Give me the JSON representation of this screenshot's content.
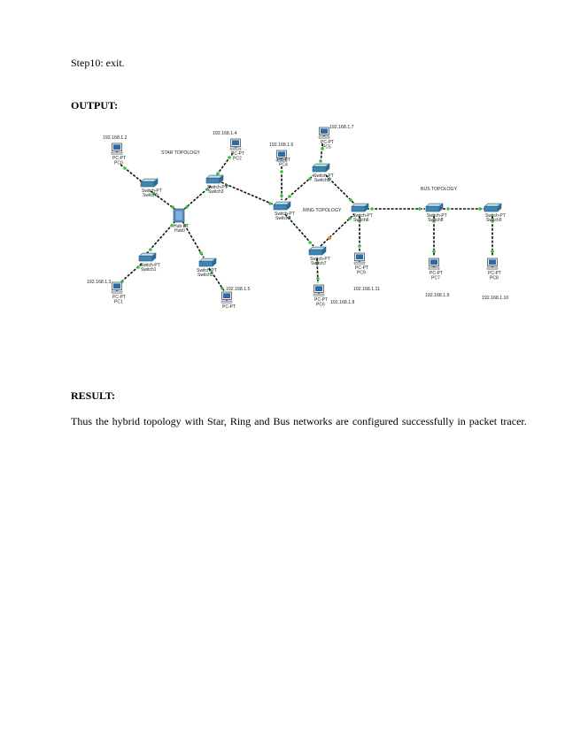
{
  "document": {
    "step_text": "Step10: exit.",
    "output_heading": "OUTPUT:",
    "result_heading": "RESULT:",
    "result_text": "Thus the hybrid topology with Star, Ring and Bus networks are configured successfully in packet tracer."
  },
  "diagram": {
    "topology_labels": {
      "star": "STAR TOPOLOGY",
      "ring": "RING TOPOLOGY",
      "bus": "BUS TOPOLOGY"
    },
    "pcs": [
      {
        "id": "pc0",
        "type": "PC-PT",
        "name": "PC0",
        "ip": "192.168.1.2"
      },
      {
        "id": "pc1",
        "type": "PC-PT",
        "name": "PC1",
        "ip": "192.168.1.3"
      },
      {
        "id": "pc2",
        "type": "PC-PT",
        "name": "PC2",
        "ip": "192.168.1.4"
      },
      {
        "id": "pc3",
        "type": "PC-PT",
        "name": "",
        "ip": "192.168.1.5"
      },
      {
        "id": "pc4",
        "type": "PC-PT",
        "name": "PC4",
        "ip": "192.168.1.6"
      },
      {
        "id": "pc5",
        "type": "PC-PT",
        "name": "PC5",
        "ip": "192.168.1.7"
      },
      {
        "id": "pc6",
        "type": "PC-PT",
        "name": "PC6",
        "ip": "192.168.1.8"
      },
      {
        "id": "pc7",
        "type": "PC-PT",
        "name": "PC7",
        "ip": "192.168.1.9"
      },
      {
        "id": "pc8",
        "type": "PC-PT",
        "name": "PC8",
        "ip": "192.168.1.10"
      },
      {
        "id": "pc9",
        "type": "PC-PT",
        "name": "PC9",
        "ip": "192.168.1.11"
      }
    ],
    "switches": [
      {
        "id": "sw0",
        "type": "Switch-PT",
        "name": "Switch0"
      },
      {
        "id": "sw1",
        "type": "Switch-PT",
        "name": "Switch1"
      },
      {
        "id": "sw2",
        "type": "Switch-PT",
        "name": "Switch2"
      },
      {
        "id": "sw3",
        "type": "Switch-PT",
        "name": "Switch3"
      },
      {
        "id": "sw4",
        "type": "Switch-PT",
        "name": "Switch4"
      },
      {
        "id": "sw5",
        "type": "Switch-PT",
        "name": "Switch5"
      },
      {
        "id": "sw6",
        "type": "Switch-PT",
        "name": "Switch6"
      },
      {
        "id": "sw7",
        "type": "Switch-PT",
        "name": "Switch7"
      },
      {
        "id": "sw8",
        "type": "Switch-PT",
        "name": "Switch8"
      },
      {
        "id": "sw9",
        "type": "Switch-PT",
        "name": "Switch9"
      }
    ],
    "hub": {
      "id": "hub0",
      "type": "Hub-PT",
      "name": "Hub0"
    }
  }
}
